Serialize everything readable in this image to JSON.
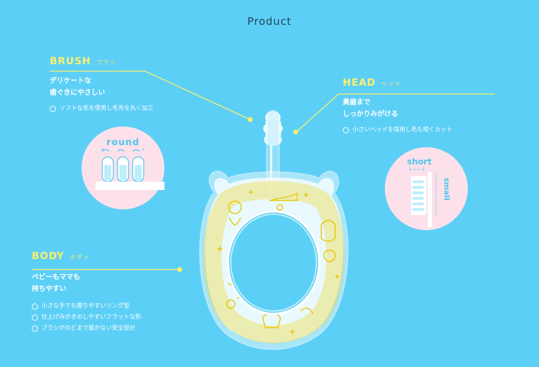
{
  "page": {
    "title": "Product"
  },
  "brush": {
    "title": "BRUSH",
    "sub": "ブラシ",
    "lead": [
      "デリケートな",
      "歯ぐきにやさしい"
    ],
    "bullets": [
      "ソフトな毛を使用し毛先を丸く加工"
    ],
    "badge": "round"
  },
  "head": {
    "title": "HEAD",
    "sub": "ヘッド",
    "lead": [
      "奥歯まで",
      "しっかりみがける"
    ],
    "bullets": [
      "小さいヘッドを採用し毛も短くカット"
    ],
    "badge_short": "short",
    "badge_small": "small"
  },
  "body_section": {
    "title": "BODY",
    "sub": "ボディ",
    "lead": [
      "ベビーもママも",
      "持ちやすい"
    ],
    "bullets": [
      "小さな手でも握りやすいリング型",
      "仕上げみがきのしやすいフラットな形",
      "ブラシがのどまで届かない安全設計"
    ]
  },
  "colors": {
    "background": "#5ccff6",
    "accent_yellow": "#fff06a",
    "circle_pink": "#fde1ea",
    "icon_blue": "#4ec6ee"
  }
}
